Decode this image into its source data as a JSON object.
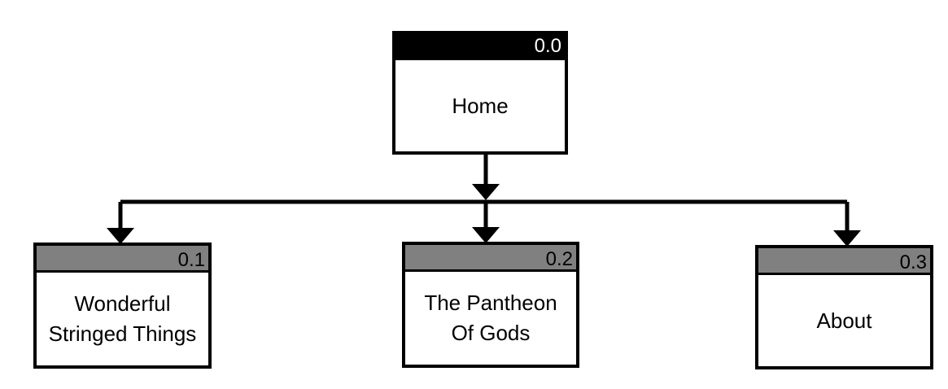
{
  "diagram": {
    "root": {
      "id": "0.0",
      "label": "Home"
    },
    "children": [
      {
        "id": "0.1",
        "label": "Wonderful\nStringed Things"
      },
      {
        "id": "0.2",
        "label": "The Pantheon\nOf Gods"
      },
      {
        "id": "0.3",
        "label": "About"
      }
    ],
    "colors": {
      "root_header": "#000000",
      "child_header": "#808080",
      "line": "#000000",
      "background": "#ffffff"
    }
  }
}
